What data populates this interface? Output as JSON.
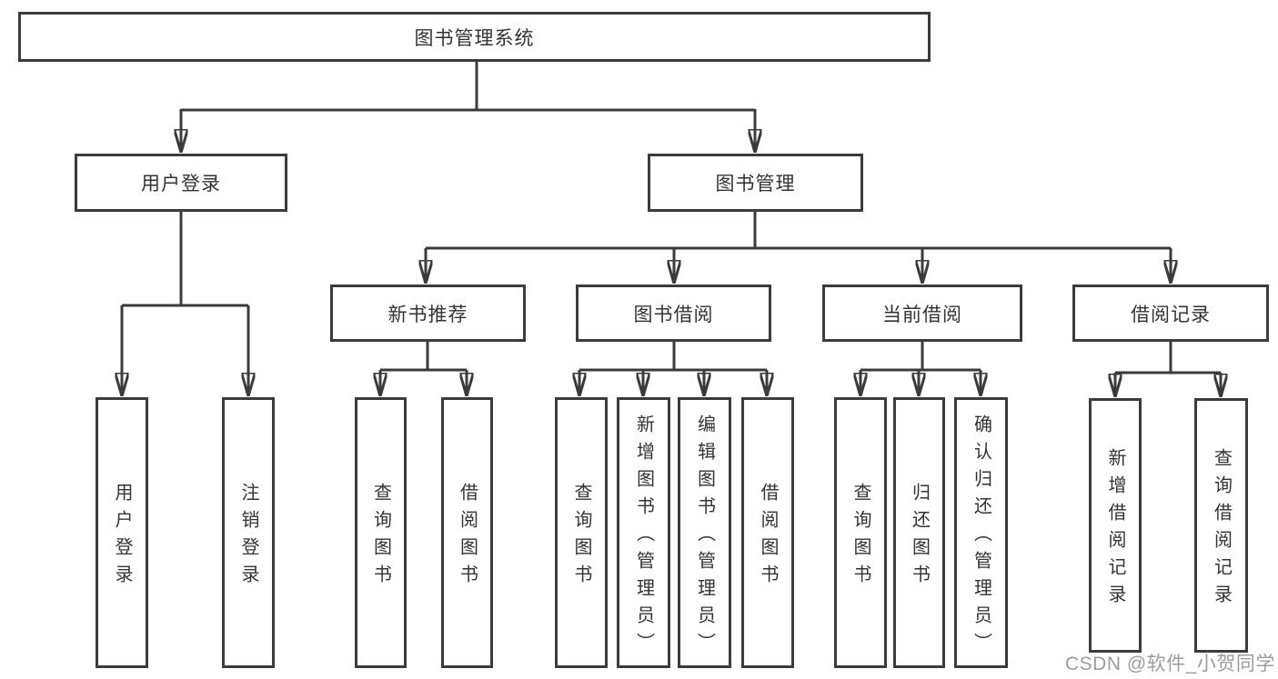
{
  "diagram": {
    "title": "图书管理系统",
    "nodes": {
      "root": "图书管理系统",
      "user_login": "用户登录",
      "book_mgmt": "图书管理",
      "user_login_leaf": "用户登录",
      "logout_leaf": "注销登录",
      "new_book_rec": "新书推荐",
      "book_borrow": "图书借阅",
      "current_borrow": "当前借阅",
      "borrow_records": "借阅记录",
      "nbr_query_book": "查询图书",
      "nbr_borrow_book": "借阅图书",
      "bb_query_book": "查询图书",
      "bb_add_book": "新增图书（管理员）",
      "bb_edit_book": "编辑图书（管理员）",
      "bb_borrow_book": "借阅图书",
      "cb_query_book": "查询图书",
      "cb_return_book": "归还图书",
      "cb_confirm_return": "确认归还（管理员）",
      "br_add_record": "新增借阅记录",
      "br_query_record": "查询借阅记录"
    }
  },
  "watermark": {
    "text": "CSDN @软件_小贺同学"
  },
  "colors": {
    "line": "#3b3b3b",
    "box_border": "#3b3b3b",
    "box_bg": "#ffffff",
    "text": "#333333",
    "watermark": "#9c9c9c",
    "background": "#ffffff"
  }
}
